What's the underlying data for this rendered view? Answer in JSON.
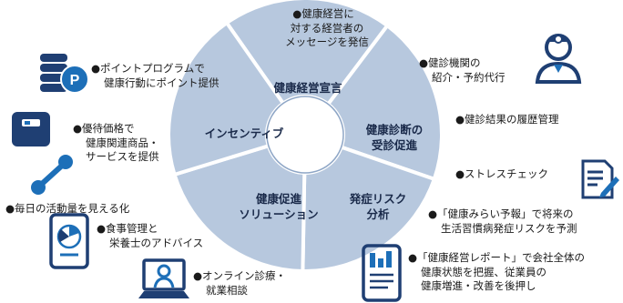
{
  "colors": {
    "ring": "#b7c8de",
    "ring_divider": "#ffffff",
    "center": "#ffffff",
    "center_stroke": "#8ea6c6",
    "icon_navy": "#1f3f73",
    "icon_blue": "#1d6fb8",
    "bullet": "#111111"
  },
  "segments": [
    {
      "id": "kenko-keiei",
      "lines": [
        "健康経営宣言"
      ]
    },
    {
      "id": "kenshin",
      "lines": [
        "健康診断の",
        "受診促進"
      ]
    },
    {
      "id": "hassho",
      "lines": [
        "発症リスク",
        "分析"
      ]
    },
    {
      "id": "solution",
      "lines": [
        "健康促進",
        "ソリューション"
      ]
    },
    {
      "id": "incentive",
      "lines": [
        "インセンティブ"
      ]
    }
  ],
  "notes": {
    "message": [
      "●健康経営に",
      "対する経営者の",
      "メッセージを発信"
    ],
    "point": [
      "●ポイントプログラムで",
      "健康行動にポイント提供"
    ],
    "kikan": [
      "●健診機関の",
      "紹介・予約代行"
    ],
    "rireki": [
      "●健診結果の履歴管理"
    ],
    "yutai": [
      "●優待価格で",
      "健康関連商品・",
      "サービスを提供"
    ],
    "stress": [
      "●ストレスチェック"
    ],
    "katsudo": [
      "●毎日の活動量を見える化"
    ],
    "yoho": [
      "●「健康みらい予報」で将来の",
      "生活習慣病発症リスクを予測"
    ],
    "shokuji": [
      "●食事管理と",
      "栄養士のアドバイス"
    ],
    "report": [
      "●「健康経営レポート」で会社全体の",
      "健康状態を把握、従業員の",
      "健康増進・改善を後押し"
    ],
    "online": [
      "●オンライン診療・",
      "就業相談"
    ]
  },
  "icons": [
    "coins-icon",
    "scale-icon",
    "dumbbell-icon",
    "doctor-icon",
    "checklist-document-icon",
    "tablet-food-icon",
    "online-consult-icon",
    "phone-report-icon"
  ]
}
